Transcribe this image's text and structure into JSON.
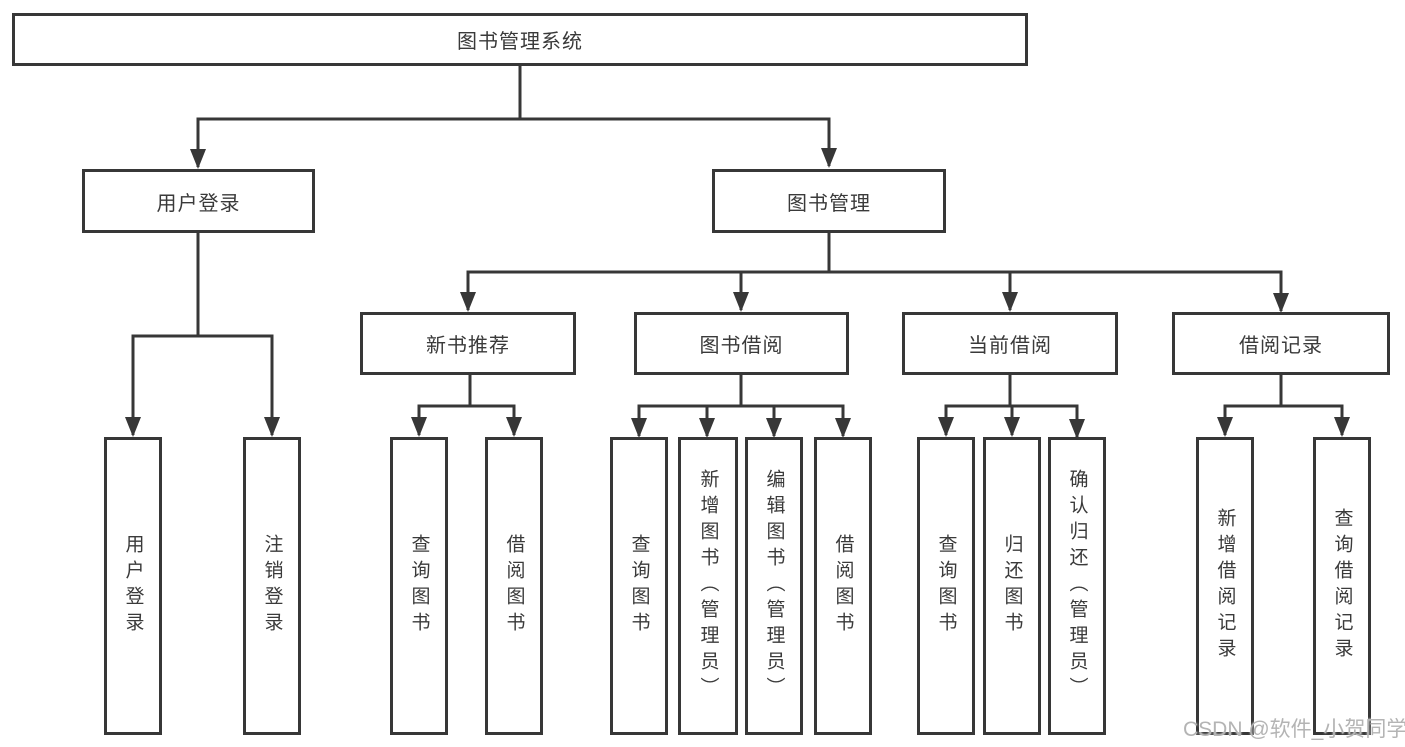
{
  "title": "图书管理系统",
  "watermark": "CSDN @软件_小贺同学",
  "colors": {
    "line": "#373737",
    "border": "#373737",
    "text": "#3a3a3a",
    "watermark": "#b4b4b4",
    "background": "#ffffff"
  },
  "tree": {
    "label": "图书管理系统",
    "children": [
      {
        "label": "用户登录",
        "children": [
          {
            "label": "用户登录"
          },
          {
            "label": "注销登录"
          }
        ]
      },
      {
        "label": "图书管理",
        "children": [
          {
            "label": "新书推荐",
            "children": [
              {
                "label": "查询图书"
              },
              {
                "label": "借阅图书"
              }
            ]
          },
          {
            "label": "图书借阅",
            "children": [
              {
                "label": "查询图书"
              },
              {
                "label": "新增图书（管理员）"
              },
              {
                "label": "编辑图书（管理员）"
              },
              {
                "label": "借阅图书"
              }
            ]
          },
          {
            "label": "当前借阅",
            "children": [
              {
                "label": "查询图书"
              },
              {
                "label": "归还图书"
              },
              {
                "label": "确认归还（管理员）"
              }
            ]
          },
          {
            "label": "借阅记录",
            "children": [
              {
                "label": "新增借阅记录"
              },
              {
                "label": "查询借阅记录"
              }
            ]
          }
        ]
      }
    ]
  }
}
